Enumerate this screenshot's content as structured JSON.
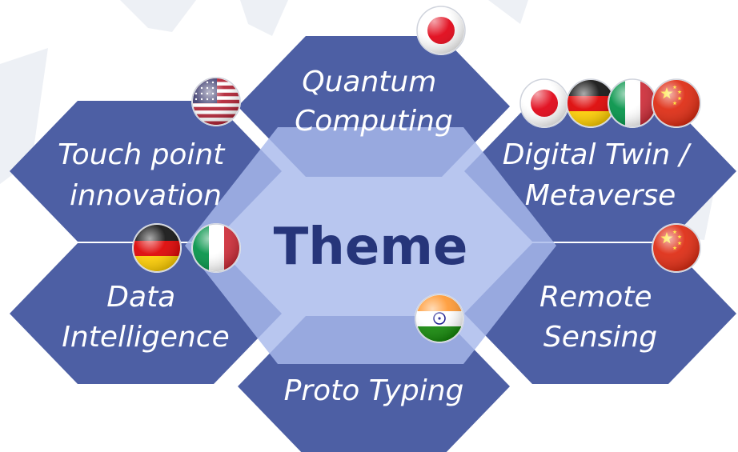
{
  "diagram": {
    "center_label": "Theme",
    "center_color": "#a8b9ec",
    "hex_color": "#4658a0",
    "outer": [
      {
        "lines": [
          "Quantum",
          "Computing"
        ],
        "flags": [
          "japan-flag"
        ]
      },
      {
        "lines": [
          "Touch point",
          "innovation"
        ],
        "flags": [
          "usa-flag"
        ]
      },
      {
        "lines": [
          "Digital Twin /",
          "Metaverse"
        ],
        "flags": [
          "japan-flag",
          "germany-flag",
          "italy-flag",
          "china-flag"
        ]
      },
      {
        "lines": [
          "Data",
          "Intelligence"
        ],
        "flags": [
          "germany-flag",
          "italy-flag"
        ]
      },
      {
        "lines": [
          "Remote",
          "Sensing"
        ],
        "flags": [
          "china-flag"
        ]
      },
      {
        "lines": [
          "Proto Typing"
        ],
        "flags": [
          "india-flag"
        ]
      }
    ]
  }
}
